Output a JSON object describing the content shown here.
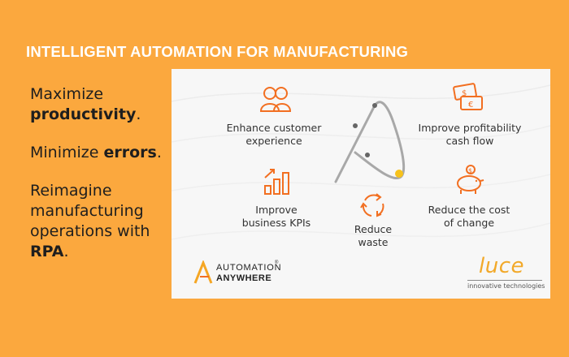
{
  "slide": {
    "title": "INTELLIGENT AUTOMATION FOR MANUFACTURING"
  },
  "bullets": [
    {
      "pre": "Maximize ",
      "bold": "productivity",
      "post": "."
    },
    {
      "pre": "Minimize ",
      "bold": "errors",
      "post": "."
    },
    {
      "pre": "Reimagine manufacturing operations with ",
      "bold": "RPA",
      "post": "."
    }
  ],
  "features": {
    "customer": {
      "line1": "Enhance customer",
      "line2": "experience",
      "icon": "people-icon"
    },
    "profit": {
      "line1": "Improve profitability",
      "line2": "cash flow",
      "icon": "money-icon"
    },
    "kpi": {
      "line1": "Improve",
      "line2": "business KPIs",
      "icon": "bar-chart-icon"
    },
    "waste": {
      "line1": "Reduce",
      "line2": "waste",
      "icon": "recycle-icon"
    },
    "change": {
      "line1": "Reduce the cost",
      "line2": "of change",
      "icon": "piggy-bank-icon"
    }
  },
  "logos": {
    "automation_anywhere": {
      "line1": "AUTOMATION",
      "line2": "ANYWHERE",
      "mark": "®"
    },
    "luce": {
      "name": "luce",
      "tagline": "innovative technologies"
    }
  },
  "colors": {
    "background": "#FBA83E",
    "accent": "#F26F21",
    "panel": "#F7F7F7",
    "luce": "#F2A92A"
  }
}
